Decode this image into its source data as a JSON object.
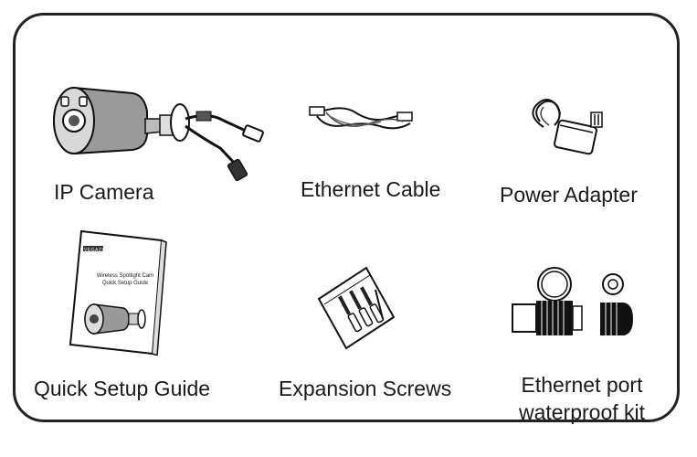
{
  "items": [
    {
      "label": "IP Camera",
      "icon": "ip-camera-icon"
    },
    {
      "label": "Ethernet Cable",
      "icon": "ethernet-cable-icon"
    },
    {
      "label": "Power Adapter",
      "icon": "power-adapter-icon"
    },
    {
      "label": "Quick Setup Guide",
      "icon": "quick-setup-guide-icon"
    },
    {
      "label": "Expansion Screws",
      "icon": "expansion-screws-icon"
    },
    {
      "label": "Ethernet port",
      "label2": "waterproof kit",
      "icon": "waterproof-kit-icon"
    }
  ],
  "guide_cover": {
    "header_tag": "VEGAZE",
    "title_line1": "Wireless Spotlight Cam",
    "title_line2": "Quick Setup Guide"
  }
}
